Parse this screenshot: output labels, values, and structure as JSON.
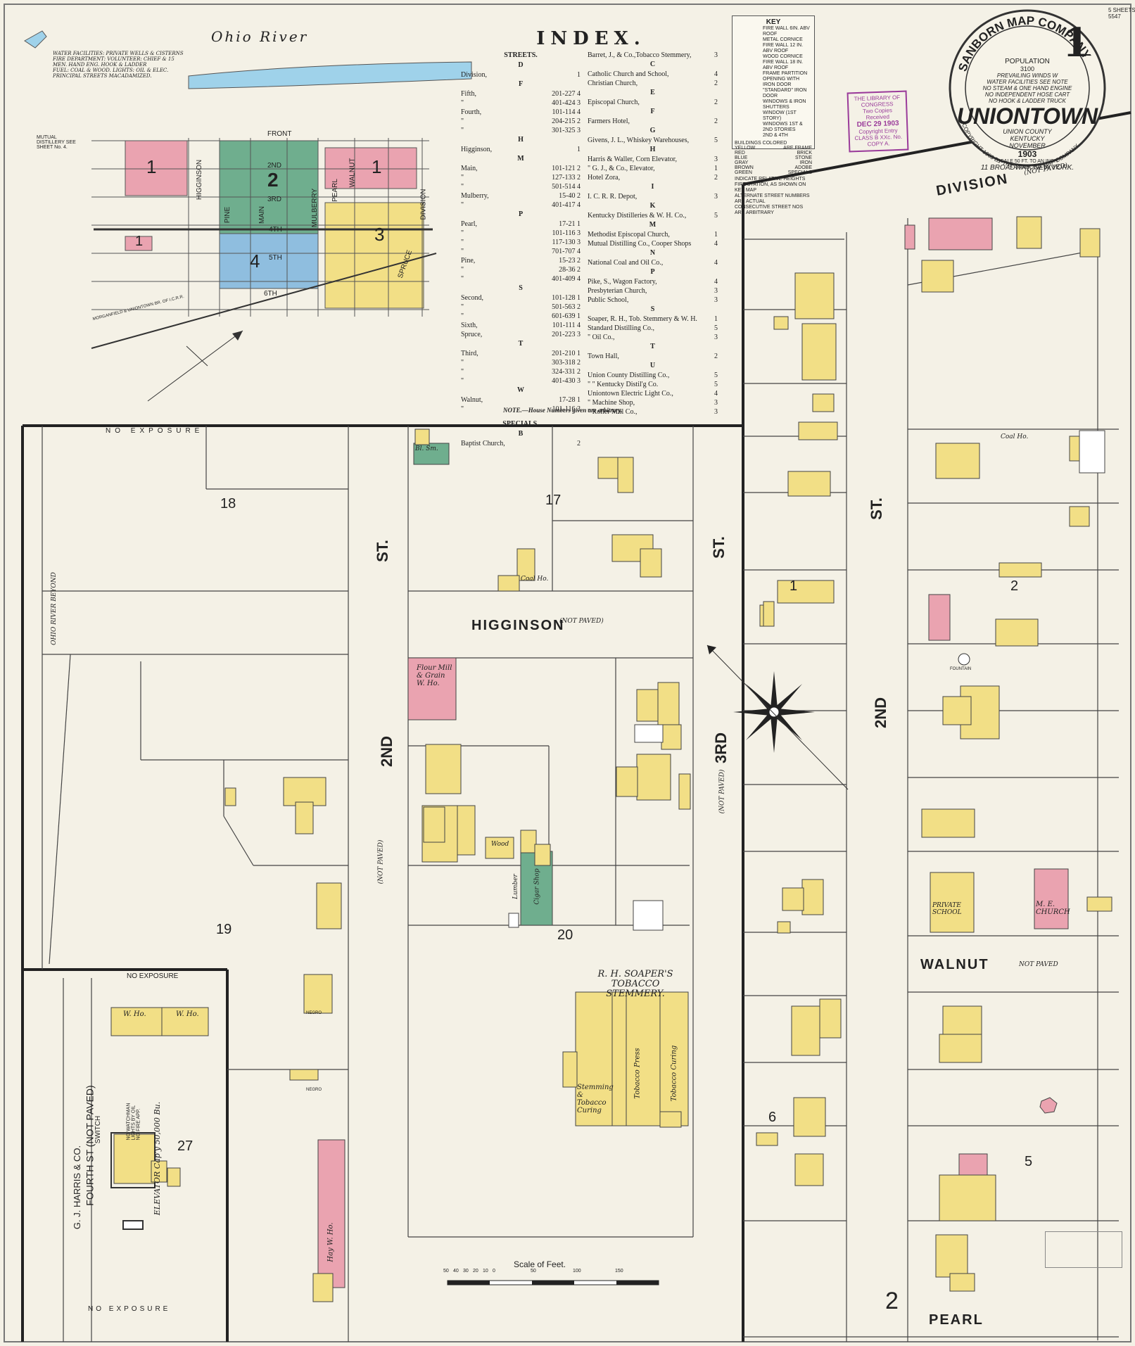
{
  "sheet_number": "1",
  "corner_ref": "5 SHEETS\n5547",
  "river": "Ohio   River",
  "key_map_notes": [
    "WATER FACILITIES: PRIVATE WELLS & CISTERNS",
    "FIRE DEPARTMENT: VOLUNTEER: CHIEF & 15",
    "MEN. HAND ENG. HOOK & LADDER",
    "FUEL: COAL & WOOD. LIGHTS: OIL & ELEC.",
    "PRINCIPAL STREETS MACADAMIZED."
  ],
  "key_map": {
    "front": "FRONT",
    "higginson": "HIGGINSON",
    "second": "2ND",
    "third": "3RD",
    "fourth": "4TH",
    "fifth": "5TH",
    "sixth": "6TH",
    "pine": "PINE",
    "main": "MAIN",
    "mulberry": "MULBERRY",
    "pearl": "PEARL",
    "walnut": "WALNUT",
    "spruce": "SPRUCE",
    "division": "DIVISION",
    "railroad": "MORGANFIELD & UNIONTOWN BR. OF I.C.R.R.",
    "distillery_note": "MUTUAL DISTILLERY SEE SHEET No. 4.",
    "sheets": [
      "1",
      "2",
      "1",
      "3",
      "4",
      "1"
    ]
  },
  "index": {
    "title": "INDEX.",
    "streets_title": "STREETS.",
    "specials_title": "SPECIALS.",
    "note": "NOTE.—House Numbers given are arbitrary.",
    "streets": [
      {
        "h": "D"
      },
      {
        "name": "Division,",
        "nos": "",
        "sheet": "1"
      },
      {
        "h": "F"
      },
      {
        "name": "Fifth,",
        "nos": "201-227",
        "sheet": "4"
      },
      {
        "name": "\"",
        "nos": "401-424",
        "sheet": "3"
      },
      {
        "name": "Fourth,",
        "nos": "101-114",
        "sheet": "4"
      },
      {
        "name": "\"",
        "nos": "204-215",
        "sheet": "2"
      },
      {
        "name": "\"",
        "nos": "301-325",
        "sheet": "3"
      },
      {
        "h": "H"
      },
      {
        "name": "Higginson,",
        "nos": "",
        "sheet": "1"
      },
      {
        "h": "M"
      },
      {
        "name": "Main,",
        "nos": "101-121",
        "sheet": "2"
      },
      {
        "name": "\"",
        "nos": "127-133",
        "sheet": "2"
      },
      {
        "name": "\"",
        "nos": "501-514",
        "sheet": "4"
      },
      {
        "name": "Mulberry,",
        "nos": "15-40",
        "sheet": "2"
      },
      {
        "name": "\"",
        "nos": "401-417",
        "sheet": "4"
      },
      {
        "h": "P"
      },
      {
        "name": "Pearl,",
        "nos": "17-21",
        "sheet": "1"
      },
      {
        "name": "\"",
        "nos": "101-116",
        "sheet": "3"
      },
      {
        "name": "\"",
        "nos": "117-130",
        "sheet": "3"
      },
      {
        "name": "\"",
        "nos": "701-707",
        "sheet": "4"
      },
      {
        "name": "Pine,",
        "nos": "15-23",
        "sheet": "2"
      },
      {
        "name": "\"",
        "nos": "28-36",
        "sheet": "2"
      },
      {
        "name": "\"",
        "nos": "401-409",
        "sheet": "4"
      },
      {
        "h": "S"
      },
      {
        "name": "Second,",
        "nos": "101-128",
        "sheet": "1"
      },
      {
        "name": "\"",
        "nos": "501-563",
        "sheet": "2"
      },
      {
        "name": "\"",
        "nos": "601-639",
        "sheet": "1"
      },
      {
        "name": "Sixth,",
        "nos": "101-111",
        "sheet": "4"
      },
      {
        "name": "Spruce,",
        "nos": "201-223",
        "sheet": "3"
      },
      {
        "h": "T"
      },
      {
        "name": "Third,",
        "nos": "201-210",
        "sheet": "1"
      },
      {
        "name": "\"",
        "nos": "303-318",
        "sheet": "2"
      },
      {
        "name": "\"",
        "nos": "324-331",
        "sheet": "2"
      },
      {
        "name": "\"",
        "nos": "401-430",
        "sheet": "3"
      },
      {
        "h": "W"
      },
      {
        "name": "Walnut,",
        "nos": "17-28",
        "sheet": "1"
      },
      {
        "name": "\"",
        "nos": "101-116",
        "sheet": "3"
      }
    ],
    "specials_b": "B",
    "specials_left": [
      {
        "name": "Baptist Church,",
        "sheet": "2"
      }
    ],
    "right": [
      {
        "name": "Barret, J., & Co.,Tobacco Stemmery,",
        "sheet": "3"
      },
      {
        "h": "C"
      },
      {
        "name": "Catholic Church and School,",
        "sheet": "4"
      },
      {
        "name": "Christian Church,",
        "sheet": "2"
      },
      {
        "h": "E"
      },
      {
        "name": "Episcopal Church,",
        "sheet": "2"
      },
      {
        "h": "F"
      },
      {
        "name": "Farmers Hotel,",
        "sheet": "2"
      },
      {
        "h": "G"
      },
      {
        "name": "Givens, J. L., Whiskey Warehouses,",
        "sheet": "5"
      },
      {
        "h": "H"
      },
      {
        "name": "Harris & Waller, Corn Elevator,",
        "sheet": "3"
      },
      {
        "name": "\"  G. J., & Co., Elevator,",
        "sheet": "1"
      },
      {
        "name": "Hotel Zora,",
        "sheet": "2"
      },
      {
        "h": "I"
      },
      {
        "name": "I. C. R. R. Depot,",
        "sheet": "3"
      },
      {
        "h": "K"
      },
      {
        "name": "Kentucky Distilleries & W. H. Co.,",
        "sheet": "5"
      },
      {
        "h": "M"
      },
      {
        "name": "Methodist Episcopal Church,",
        "sheet": "1"
      },
      {
        "name": "Mutual Distilling Co., Cooper Shops",
        "sheet": "4"
      },
      {
        "h": "N"
      },
      {
        "name": "National Coal and Oil Co.,",
        "sheet": "4"
      },
      {
        "h": "P"
      },
      {
        "name": "Pike, S., Wagon Factory,",
        "sheet": "4"
      },
      {
        "name": "Presbyterian Church,",
        "sheet": "3"
      },
      {
        "name": "Public School,",
        "sheet": "3"
      },
      {
        "h": "S"
      },
      {
        "name": "Soaper, R. H., Tob. Stemmery & W. H.",
        "sheet": "1"
      },
      {
        "name": "Standard Distilling Co.,",
        "sheet": "5"
      },
      {
        "name": "\"  Oil Co.,",
        "sheet": "3"
      },
      {
        "h": "T"
      },
      {
        "name": "Town Hall,",
        "sheet": "2"
      },
      {
        "h": "U"
      },
      {
        "name": "Union County Distilling Co.,",
        "sheet": "5"
      },
      {
        "name": "\"  \"  Kentucky Distil'g Co.",
        "sheet": "5"
      },
      {
        "name": "Uniontown Electric Light Co.,",
        "sheet": "4"
      },
      {
        "name": "\"  Machine Shop,",
        "sheet": "3"
      },
      {
        "name": "\"  Roller Mill Co.,",
        "sheet": "3"
      }
    ]
  },
  "key": {
    "title": "KEY",
    "lines": [
      "FIRE WALL 6IN. ABV ROOF",
      "METAL CORNICE",
      "FIRE WALL 12 IN. ABV ROOF",
      "WOOD CORNICE",
      "FIRE WALL 18 IN. ABV ROOF",
      "FRAME PARTITION",
      "OPENING WITH IRON DOOR",
      "\"STANDARD\" IRON DOOR",
      "WINDOWS & IRON SHUTTERS",
      "WINDOW (1ST STORY)",
      "WINDOWS 1ST & 2ND STORIES",
      "2ND & 4TH"
    ],
    "colors_title": "BUILDINGS COLORED",
    "colors": [
      {
        "color": "YELLOW",
        "meaning": "ARE FRAME"
      },
      {
        "color": "RED",
        "meaning": "BRICK"
      },
      {
        "color": "BLUE",
        "meaning": "STONE"
      },
      {
        "color": "GRAY",
        "meaning": "IRON"
      },
      {
        "color": "BROWN",
        "meaning": "ADOBE"
      },
      {
        "color": "GREEN",
        "meaning": "SPECIALS"
      }
    ],
    "foot": [
      "INDICATE RELATIVE HEIGHTS",
      "FIRE STATION, AS SHOWN ON KEY MAP",
      "ALTERNATE STREET NUMBERS ARE ACTUAL",
      "CONSECUTIVE STREET NOS ARE ARBITRARY"
    ]
  },
  "stamp": {
    "line1": "THE LIBRARY OF CONGRESS",
    "line2": "Two Copies Received",
    "date": "DEC 29 1903",
    "line3": "Copyright Entry",
    "line4": "CLASS B  XXc. No.",
    "line5": "COPY A."
  },
  "seal": {
    "ring_top": "SANBORN MAP COMPANY",
    "population_label": "POPULATION",
    "population": "3100",
    "lines": [
      "PREVAILING WINDS  W",
      "WATER FACILITIES SEE NOTE",
      "NO STEAM & ONE HAND ENGINE",
      "NO INDEPENDENT HOSE CART",
      "NO HOOK & LADDER TRUCK"
    ],
    "town": "UNIONTOWN",
    "county": "UNION COUNTY",
    "state": "KENTUCKY",
    "month": "NOVEMBER",
    "year": "1903",
    "scale": "SCALE 50 FT. TO AN INCH",
    "ring_bottom": "COPYRIGHT 1903 BY THE SANBORN MAP COMPANY",
    "address": "11 BROADWAY, NEW YORK."
  },
  "streets": {
    "higginson": "HIGGINSON",
    "higginson_note": "(NOT PAVED)",
    "walnut": "WALNUT",
    "walnut_note": "NOT PAVED",
    "division": "DIVISION",
    "division_note": "(NOT PAVED)",
    "pearl": "PEARL",
    "st_a": "ST.",
    "st_b": "ST.",
    "st_c": "ST.",
    "second_a": "2ND",
    "second_b": "2ND",
    "third": "3RD",
    "fourth": "FOURTH ST (NOT PAVED)",
    "not_paved": "(NOT PAVED)",
    "ohio_river_beyond": "OHIO RIVER BEYOND",
    "switch": "SWITCH",
    "no_exposure": "NO EXPOSURE"
  },
  "blocks": [
    "18",
    "17",
    "19",
    "20",
    "1",
    "2",
    "6",
    "5",
    "27",
    "2"
  ],
  "labels": {
    "flour": "Flour Mill & Grain W. Ho.",
    "soaper": "R. H. SOAPER'S TOBACCO STEMMERY.",
    "stemming": "Stemming & Tobacco Curing",
    "tobacco_press": "Tobacco Press",
    "tobacco_curing": "Tobacco Curing",
    "cigar": "Cigar Shop",
    "lumber": "Lumber",
    "wood": "Wood",
    "coal": "Coal Ho.",
    "elevator": "ELEVATOR Cap'y 50,000 Bu.",
    "harris": "G. J. HARRIS & CO.",
    "hay": "Hay W. Ho.",
    "wh": "W. Ho.",
    "private_school": "PRIVATE SCHOOL",
    "me_church": "M. E. CHURCH",
    "fountain": "FOUNTAIN",
    "bl_sm": "Bl. Sm.",
    "negro": "NEGRO",
    "watchman": "NO WATCHMAN LIGHTS BY OIL NO FIRE APP.",
    "scale_title": "Scale of Feet.",
    "scale_ticks": [
      "50",
      "40",
      "30",
      "20",
      "10",
      "0",
      "50",
      "100",
      "150"
    ]
  },
  "colors": {
    "paper": "#f4f1e6",
    "frame": "#f2df86",
    "brick": "#eaa3b0",
    "special": "#6fae8e",
    "stone": "#8fbedf",
    "river": "#9fd2ea"
  }
}
